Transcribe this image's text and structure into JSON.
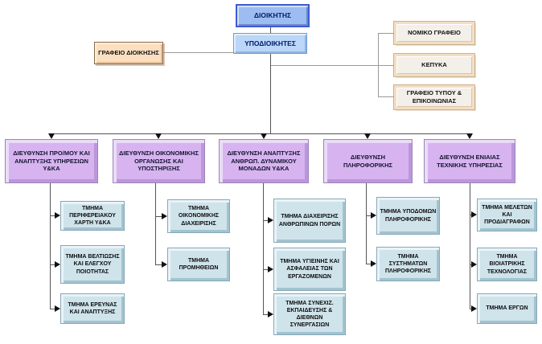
{
  "org": {
    "root": {
      "label": "ΔΙΟΙΚΗΤΗΣ"
    },
    "deputy": {
      "label": "ΥΠΟΔΙΟΙΚΗΤΕΣ"
    },
    "admin_office": {
      "label": "ΓΡΑΦΕΙΟ ΔΙΟΙΚΗΣΗΣ"
    },
    "staff_offices": [
      {
        "label": "ΝΟΜΙΚΟ ΓΡΑΦΕΙΟ"
      },
      {
        "label": "ΚΕΠΥΚΑ"
      },
      {
        "label": "ΓΡΑΦΕΙΟ ΤΥΠΟΥ & ΕΠΙΚΟΙΝΩΝΙΑΣ"
      }
    ],
    "directorates": [
      {
        "label": "ΔΙΕΥΘΥΝΣΗ ΠΡΟ/ΜΟΥ ΚΑΙ ΑΝΑΠΤΥΞΗΣ ΥΠΗΡΕΣΙΩΝ Υ&ΚΑ",
        "departments": [
          "ΤΜΗΜΑ ΠΕΡΙΦΕΡΕΙΑΚΟΥ ΧΑΡΤΗ Υ&ΚΑ",
          "ΤΜΗΜΑ ΒΕΛΤΙΩΣΗΣ ΚΑΙ ΕΛΕΓΧΟΥ ΠΟΙΟΤΗΤΑΣ",
          "ΤΜΗΜΑ ΕΡΕΥΝΑΣ ΚΑΙ ΑΝΑΠΤΥΞΗΣ"
        ]
      },
      {
        "label": "ΔΙΕΥΘΥΝΣΗ ΟΙΚΟΝΟΜΙΚΗΣ ΟΡΓΑΝΩΣΗΣ ΚΑΙ ΥΠΟΣΤΗΡΙΞΗΣ",
        "departments": [
          "ΤΜΗΜΑ ΟΙΚΟΝΟΜΙΚΗΣ ΔΙΑΧΕΙΡΙΣΗΣ",
          "ΤΜΗΜΑ ΠΡΟΜΗΘΕΙΩΝ"
        ]
      },
      {
        "label": "ΔΙΕΥΘΥΝΣΗ ΑΝΑΠΤΥΞΗΣ ΑΝΘΡΩΠ. ΔΥΝΑΜΙΚΟΥ ΜΟΝΑΔΩΝ Υ&ΚΑ",
        "departments": [
          "ΤΜΗΜΑ ΔΙΑΧΕΙΡΙΣΗΣ ΑΝΘΡΩΠΙΝΩΝ ΠΟΡΩΝ",
          "ΤΜΗΜΑ ΥΓΙΕΙΝΗΣ ΚΑΙ ΑΣΦΑΛΕΙΑΣ ΤΩΝ ΕΡΓΑΖΟΜΕΝΩΝ",
          "ΤΜΗΜΑ ΣΥΝΕΧΙΖ. ΕΚΠΑΙΔΕΥΣΗΣ & ΔΙΕΘΝΩΝ ΣΥΝΕΡΓΑΣΙΩΝ"
        ]
      },
      {
        "label": "ΔΙΕΥΘΥΝΣΗ ΠΛΗΡΟΦΟΡΙΚΗΣ",
        "departments": [
          "ΤΜΗΜΑ ΥΠΟΔΟΜΩΝ ΠΛΗΡΟΦΟΡΙΚΗΣ",
          "ΤΜΗΜΑ ΣΥΣΤΗΜΑΤΩΝ ΠΛΗΡΟΦΟΡΙΚΗΣ"
        ]
      },
      {
        "label": "ΔΙΕΥΘΥΝΣΗ ΕΝΙΑΙΑΣ ΤΕΧΝΙΚΗΣ ΥΠΗΡΕΣΙΑΣ",
        "departments": [
          "ΤΜΗΜΑ ΜΕΛΕΤΩΝ ΚΑΙ ΠΡΟΔΙΑΓΡΑΦΩΝ",
          "ΤΜΗΜΑ ΒΙΟΙΑΤΡΙΚΗΣ ΤΕΧΝΟΛΟΓΙΑΣ",
          "ΤΜΗΜΑ ΕΡΓΩΝ"
        ]
      }
    ]
  },
  "colors": {
    "root_fill": "#9dbdf2",
    "root_border": "#3c5cd2",
    "deputy_fill": "#bad6f8",
    "deputy_border": "#6d9cd8",
    "admin_fill": "#fbdfc0",
    "office_fill": "#f3f0ea",
    "office_frame": "#f3ddc3",
    "directorate_fill": "#d7b4f0",
    "department_fill": "#cfe3eb",
    "connector": "#555555",
    "connector_light": "#9a9a9a",
    "arrow": "#111111"
  }
}
